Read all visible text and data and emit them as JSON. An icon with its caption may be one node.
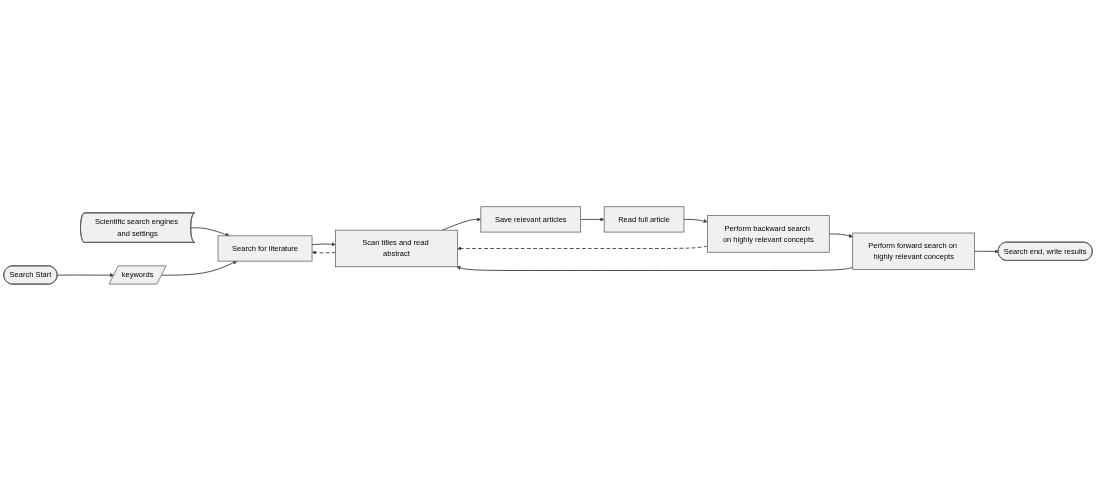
{
  "diagram": {
    "nodes": [
      {
        "text": [
          "Search Start"
        ]
      },
      {
        "text": [
          "keywords"
        ]
      },
      {
        "text": [
          "Scientific search engines and settings"
        ]
      },
      {
        "text": [
          "Search for literature"
        ]
      },
      {
        "text": [
          "Scan titles and read abstract"
        ]
      },
      {
        "text": [
          "Save relevant articles"
        ]
      },
      {
        "text": [
          "Read full article"
        ]
      },
      {
        "text": [
          "Perform backward search on highly relevant concepts"
        ]
      },
      {
        "text": [
          "Perform forward search on highly relevant concepts"
        ]
      },
      {
        "text": [
          "Search end, write results"
        ]
      }
    ],
    "edges": [
      {
        "from": 0,
        "to": 1,
        "arrow": "to"
      },
      {
        "from": 2,
        "to": 3,
        "arrow": "to"
      },
      {
        "from": 1,
        "to": 3,
        "arrow": "to"
      },
      {
        "from": 3,
        "to": 4,
        "arrow": "to"
      },
      {
        "from": 4,
        "to": 3,
        "arrow": "to",
        "style": "dashed"
      },
      {
        "from": 4,
        "to": 5,
        "arrow": "to"
      },
      {
        "from": 5,
        "to": 6,
        "arrow": "to"
      },
      {
        "from": 6,
        "to": 7,
        "arrow": "to"
      },
      {
        "from": 7,
        "to": 8,
        "arrow": "to"
      },
      {
        "from": 8,
        "to": 9,
        "arrow": "to"
      },
      {
        "from": 7,
        "to": 4,
        "arrow": "to",
        "style": "dashed"
      },
      {
        "from": 8,
        "to": 4,
        "arrow": "to"
      }
    ]
  }
}
